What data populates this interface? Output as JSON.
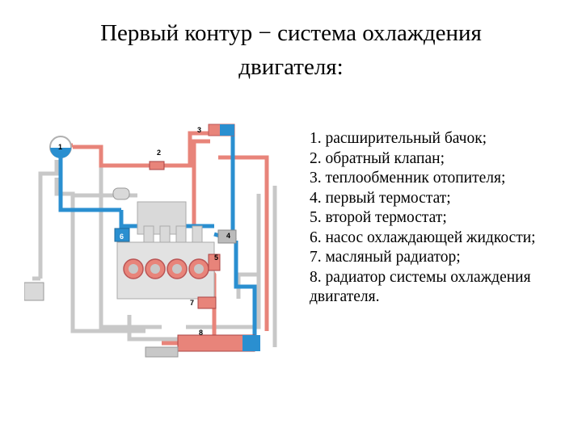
{
  "title": {
    "line1": "Первый контур − система охлаждения",
    "line2": "двигателя:"
  },
  "legend": [
    "1.  расширительный бачок;",
    "2.  обратный клапан;",
    "3.  теплообменник отопителя;",
    "4.  первый термостат;",
    "5.  второй термостат;",
    "6.  насос охлаждающей жидкости;",
    "7.  масляный радиатор;",
    "8.  радиатор системы охлаждения двигателя."
  ],
  "diagram": {
    "markers": [
      "1",
      "2",
      "3",
      "4",
      "5",
      "6",
      "7",
      "8"
    ],
    "colors": {
      "hot": "#e8847a",
      "cold": "#2a8fd0",
      "neutral": "#c8c8c8",
      "engine": "#d9d9d9"
    }
  }
}
